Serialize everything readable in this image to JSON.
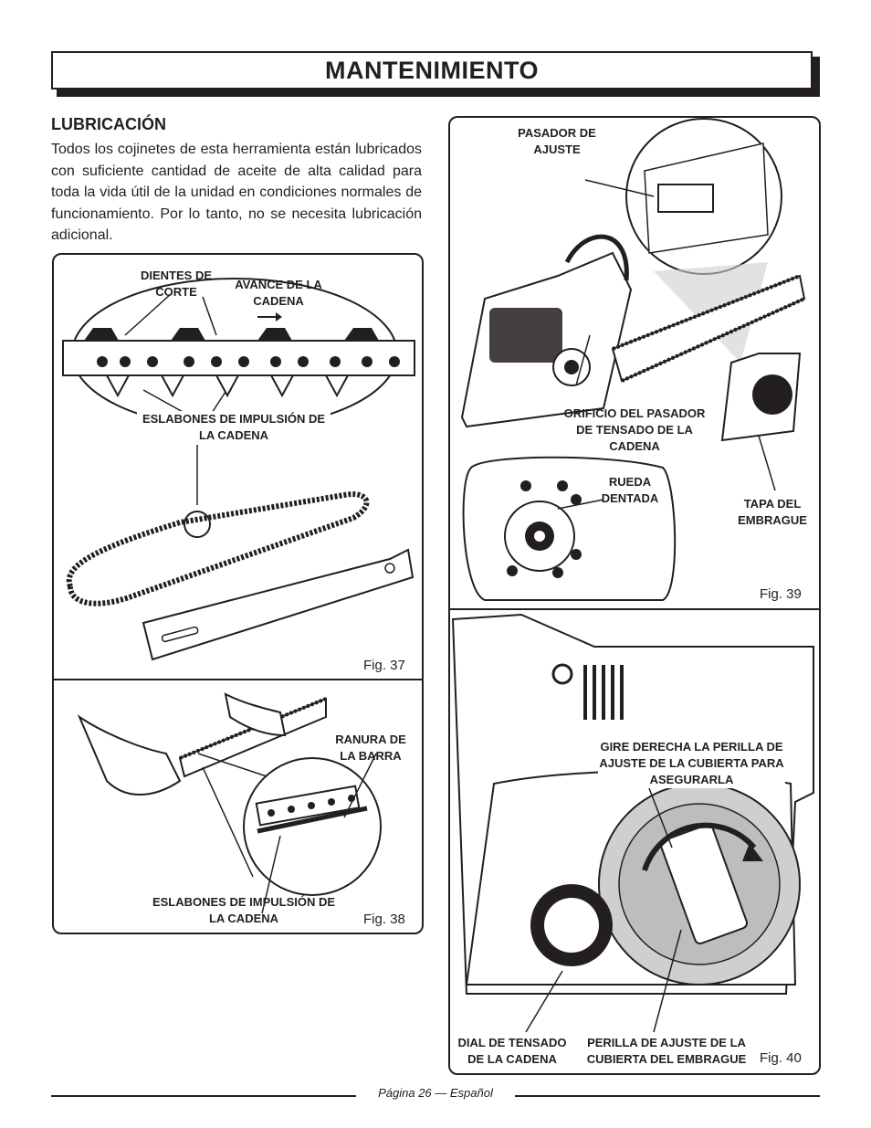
{
  "header": {
    "title": "MANTENIMIENTO"
  },
  "section": {
    "heading": "LUBRICACIÓN",
    "body": "Todos los cojinetes de esta herramienta están lubricados con suficiente cantidad de aceite de alta calidad para toda la vida útil de la unidad en condiciones normales de funcionamiento. Por lo tanto, no se necesita lubricación adicional."
  },
  "fig37": {
    "label": "Fig. 37",
    "callouts": {
      "cutting_teeth": "DIENTES DE CORTE",
      "chain_advance": "AVANCE DE LA CADENA",
      "drive_links": "ESLABONES DE IMPULSIÓN DE LA CADENA"
    }
  },
  "fig38": {
    "label": "Fig. 38",
    "callouts": {
      "bar_groove": "RANURA DE LA BARRA",
      "drive_links": "ESLABONES DE IMPULSIÓN DE LA CADENA"
    }
  },
  "fig39": {
    "label": "Fig. 39",
    "callouts": {
      "adjust_pin": "PASADOR DE AJUSTE",
      "tension_pin_hole": "ORIFICIO DEL PASADOR DE TENSADO DE LA CADENA",
      "sprocket": "RUEDA DENTADA",
      "clutch_cover": "TAPA DEL EMBRAGUE"
    }
  },
  "fig40": {
    "label": "Fig. 40",
    "callouts": {
      "turn_knob": "GIRE DERECHA LA PERILLA DE AJUSTE DE LA CUBIERTA PARA ASEGURARLA",
      "tension_dial": "DIAL DE TENSADO DE LA CADENA",
      "cover_knob": "PERILLA DE AJUSTE DE LA CUBIERTA DEL EMBRAGUE"
    }
  },
  "footer": {
    "text": "Página 26  — Español"
  }
}
